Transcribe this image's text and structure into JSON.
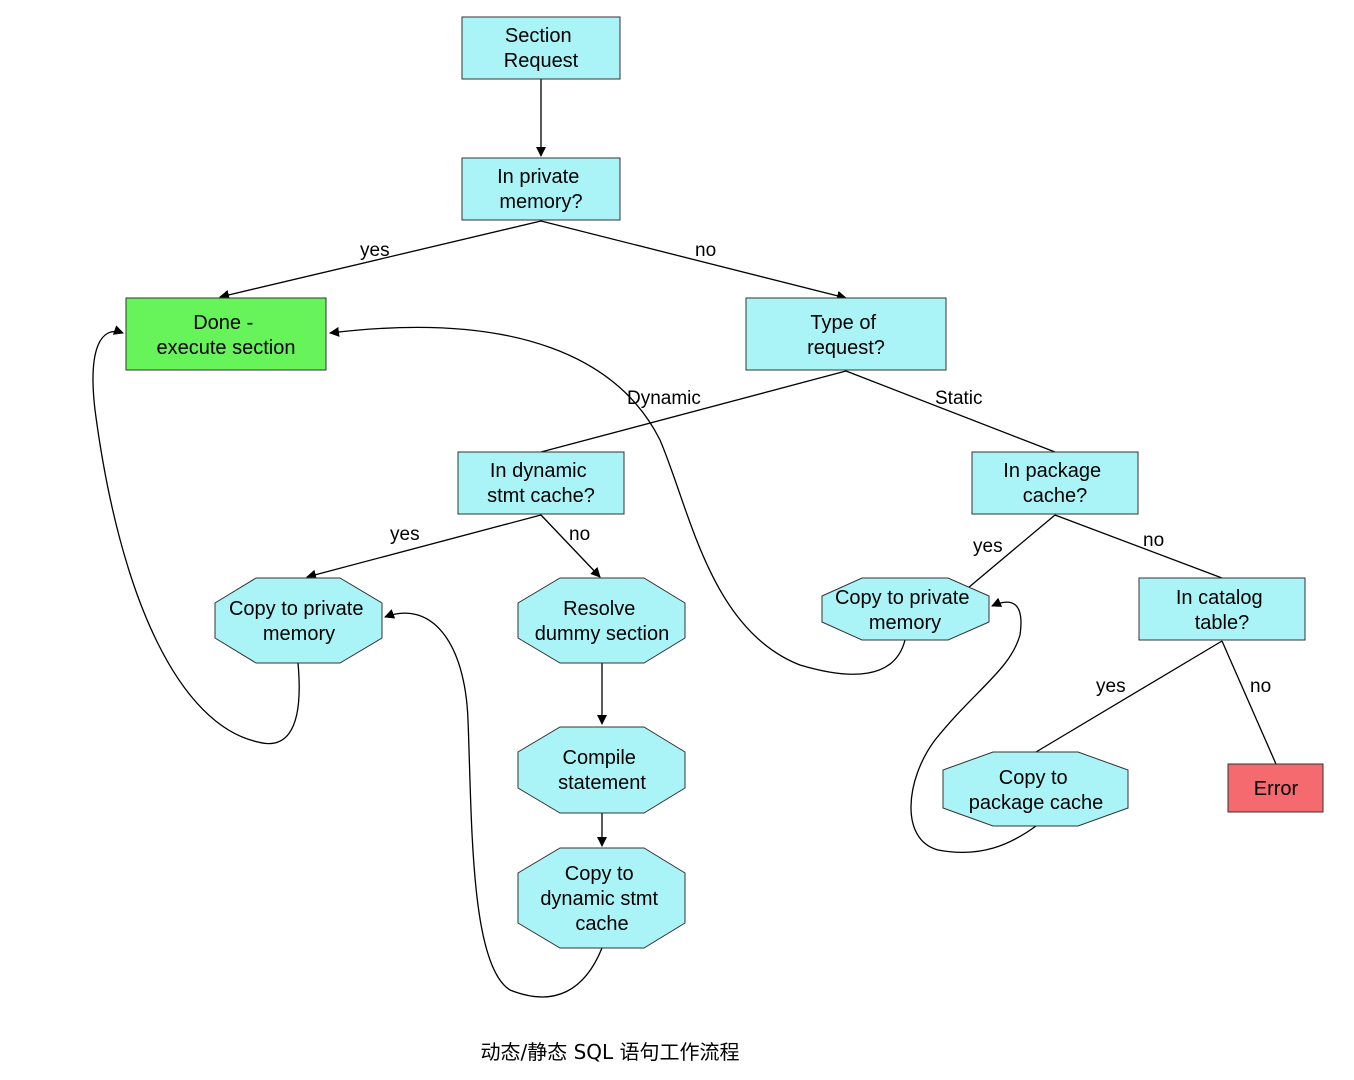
{
  "colors": {
    "process": "#aaf4f8",
    "done": "#66f45a",
    "error": "#f46a6e",
    "stroke": "#333333"
  },
  "nodes": {
    "section_request": [
      "Section",
      "Request"
    ],
    "in_private_memory": [
      "In private",
      "memory?"
    ],
    "done_execute": [
      "Done -",
      "execute section"
    ],
    "type_of_request": [
      "Type of",
      "request?"
    ],
    "in_dynamic_cache": [
      "In dynamic",
      "stmt cache?"
    ],
    "in_package_cache": [
      "In package",
      "cache?"
    ],
    "copy_private_left": [
      "Copy to private",
      "memory"
    ],
    "resolve_dummy": [
      "Resolve",
      "dummy section"
    ],
    "compile_statement": [
      "Compile",
      "statement"
    ],
    "copy_dynamic_cache": [
      "Copy to",
      "dynamic stmt",
      "cache"
    ],
    "copy_private_right": [
      "Copy to private",
      "memory"
    ],
    "in_catalog_table": [
      "In catalog",
      "table?"
    ],
    "copy_package_cache": [
      "Copy to",
      "package cache"
    ],
    "error": [
      "Error"
    ]
  },
  "edge_labels": {
    "private_yes": "yes",
    "private_no": "no",
    "dynamic": "Dynamic",
    "static": "Static",
    "dyn_yes": "yes",
    "dyn_no": "no",
    "pkg_yes": "yes",
    "pkg_no": "no",
    "cat_yes": "yes",
    "cat_no": "no"
  },
  "caption": "动态/静态 SQL 语句工作流程"
}
